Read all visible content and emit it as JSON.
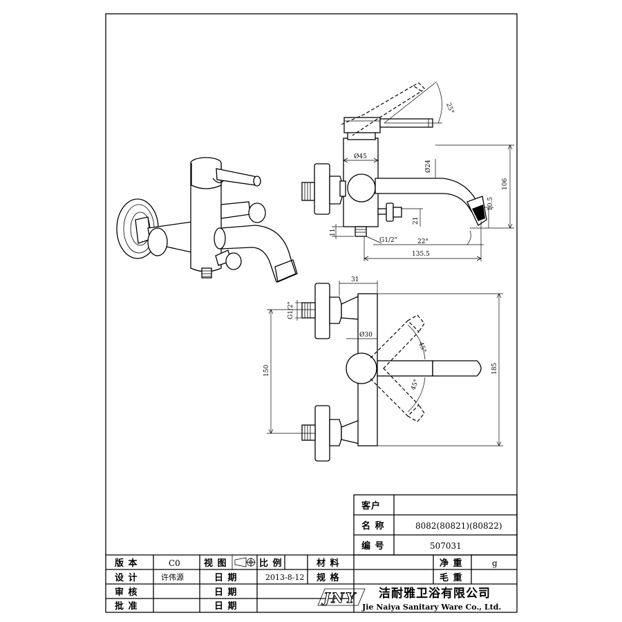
{
  "dimensions": {
    "angle_top": "25°",
    "d45": "Ø45",
    "d24": "Ø24",
    "h106": "106",
    "h10_5": "10.5",
    "h21": "21",
    "h11": "11",
    "thread_side": "G1/2\"",
    "angle_spout": "22°",
    "w135_5": "135.5",
    "w31": "31",
    "thread_front": "G1/2\"",
    "d30": "Ø30",
    "angle_up": "45°",
    "angle_down": "45°",
    "h150": "150",
    "h185": "185"
  },
  "title_block": {
    "customer_label": "客户",
    "customer_value": "",
    "name_label": "名 称",
    "name_value": "8082(80821)(80822)",
    "number_label": "编 号",
    "number_value": "507031",
    "version_label": "版 本",
    "version_value": "C0",
    "view_label": "视 图",
    "scale_label": "比 例",
    "scale_value": "",
    "material_label": "材 料",
    "material_value": "",
    "net_weight_label": "净 重",
    "net_weight_unit": "g",
    "design_label": "设 计",
    "design_value": "许伟源",
    "date_label_1": "日 期",
    "date_value_1": "2013-8-12",
    "spec_label": "规 格",
    "spec_value": "",
    "gross_weight_label": "毛 重",
    "gross_weight_value": "",
    "review_label": "审 核",
    "review_value": "",
    "date_label_2": "日 期",
    "date_value_2": "",
    "approve_label": "批 准",
    "approve_value": "",
    "date_label_3": "日 期",
    "date_value_3": "",
    "logo_text": "JNY",
    "company_cn": "洁耐雅卫浴有限公司",
    "company_en": "Jie Naiya Sanitary Ware Co., Ltd."
  }
}
